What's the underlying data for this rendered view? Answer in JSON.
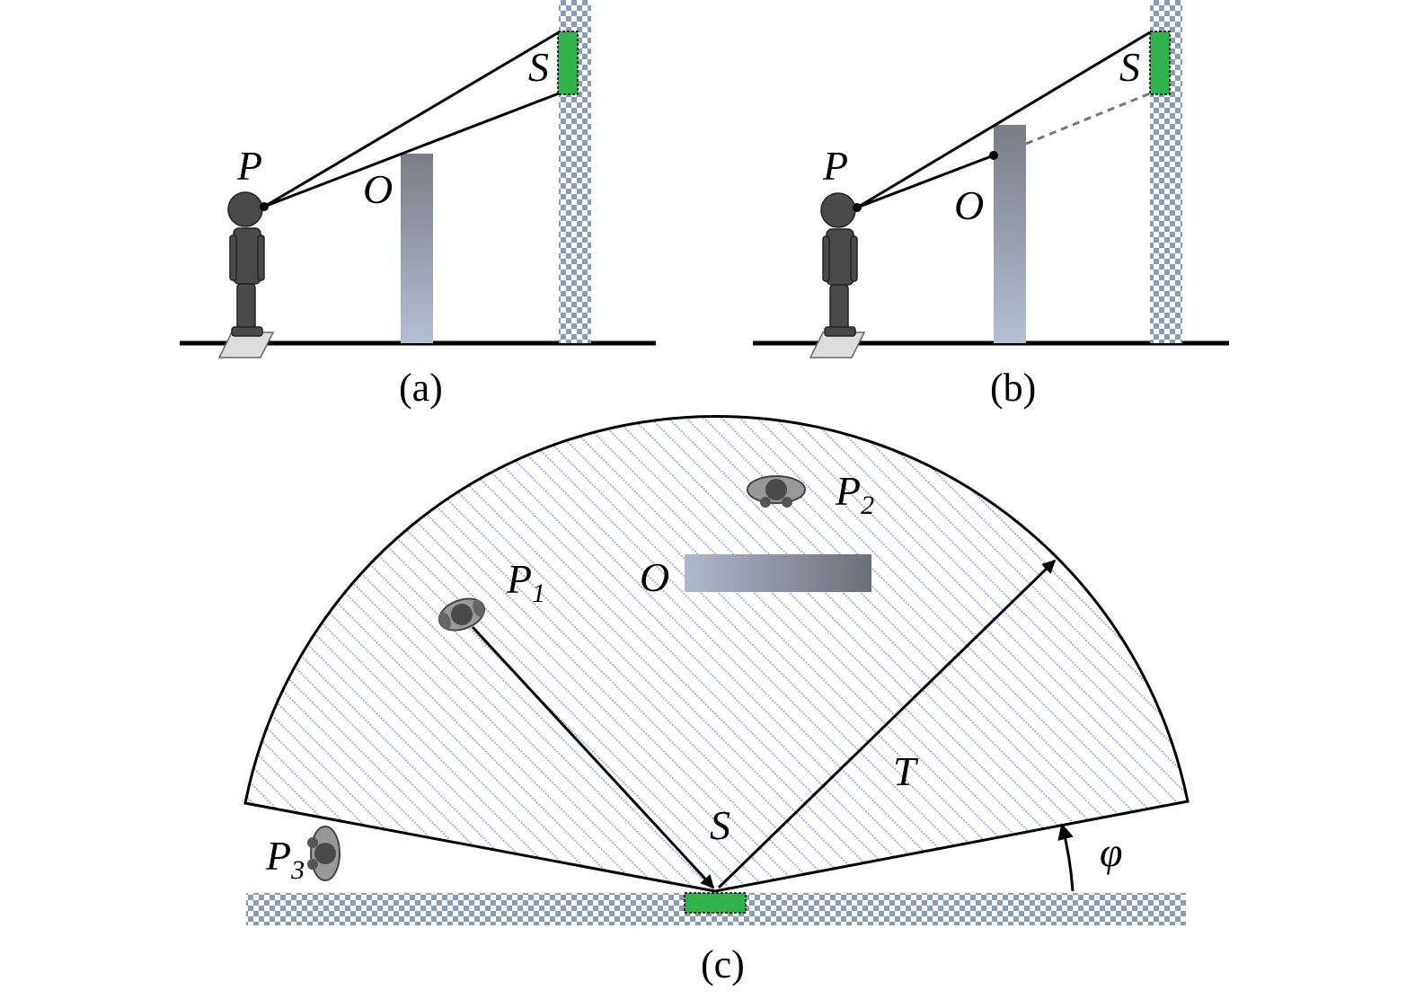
{
  "panel_a": {
    "caption": "(a)",
    "label_person": "P",
    "label_obstacle": "O",
    "label_sensor": "S"
  },
  "panel_b": {
    "caption": "(b)",
    "label_person": "P",
    "label_obstacle": "O",
    "label_sensor": "S"
  },
  "panel_c": {
    "caption": "(c)",
    "label_obstacle": "O",
    "label_sensor": "S",
    "label_range": "T",
    "label_angle": "φ",
    "people": [
      {
        "letter": "P",
        "index": "1"
      },
      {
        "letter": "P",
        "index": "2"
      },
      {
        "letter": "P",
        "index": "3"
      }
    ]
  },
  "colors": {
    "sensor": "#2fb34a",
    "wall_a": "#8a9bb8",
    "wall_b": "#ffffff",
    "hatch": "#9fb1d8",
    "person": "#4a4a4a",
    "obstacle_light": "#aab5c8",
    "obstacle_dark": "#6c6f78"
  }
}
